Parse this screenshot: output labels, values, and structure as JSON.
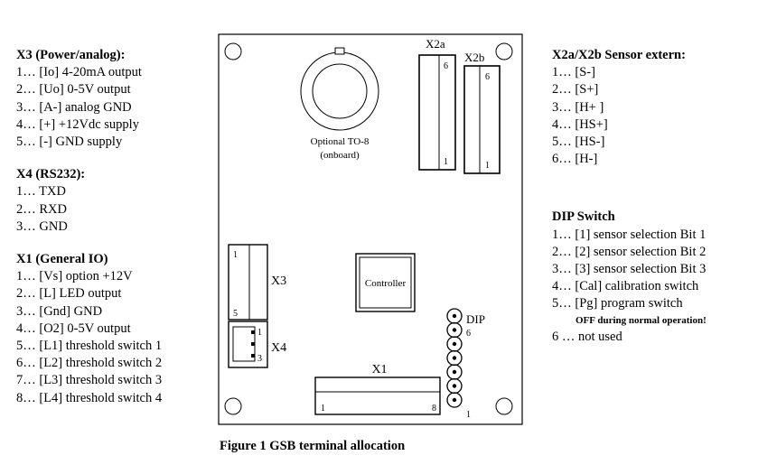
{
  "left": {
    "x3": {
      "title": "X3 (Power/analog):",
      "items": [
        "1… [Io] 4-20mA output",
        "2… [Uo] 0-5V output",
        "3… [A-] analog GND",
        "4… [+] +12Vdc supply",
        "5… [-]  GND supply"
      ]
    },
    "x4": {
      "title": "X4 (RS232):",
      "items": [
        "1… TXD",
        "2… RXD",
        "3… GND"
      ]
    },
    "x1": {
      "title": "X1 (General IO)",
      "items": [
        "1… [Vs] option +12V",
        "2… [L] LED output",
        "3… [Gnd] GND",
        "4… [O2] 0-5V output",
        "5… [L1] threshold switch 1",
        "6… [L2] threshold switch 2",
        "7… [L3] threshold switch 3",
        "8… [L4] threshold switch 4"
      ]
    }
  },
  "right": {
    "x2": {
      "title": "X2a/X2b Sensor extern:",
      "items": [
        "1… [S-]",
        "2… [S+]",
        "3… [H+ ]",
        "4… [HS+]",
        "5… [HS-]",
        "6… [H-]"
      ]
    },
    "dip": {
      "title": "DIP Switch",
      "items": [
        "1… [1] sensor selection Bit 1",
        "2… [2] sensor selection Bit 2",
        "3… [3] sensor selection Bit 3",
        "4… [Cal] calibration switch",
        "5… [Pg] program switch"
      ],
      "note": "OFF during normal operation!",
      "extra": "6 … not used"
    }
  },
  "board": {
    "to8": [
      "Optional TO-8",
      "(onboard)"
    ],
    "controller": "Controller",
    "x2a": "X2a",
    "x2b": "X2b",
    "x2a_top": "6",
    "x2a_bot": "1",
    "x2b_top": "6",
    "x2b_bot": "1",
    "x3": "X3",
    "x3_top": "1",
    "x3_bot": "5",
    "x4": "X4",
    "x4_top": "1",
    "x4_bot": "3",
    "x1": "X1",
    "x1_left": "1",
    "x1_right": "8",
    "dip": "DIP",
    "dip_top": "6",
    "dip_bot": "1"
  },
  "caption": "Figure 1 GSB terminal allocation"
}
